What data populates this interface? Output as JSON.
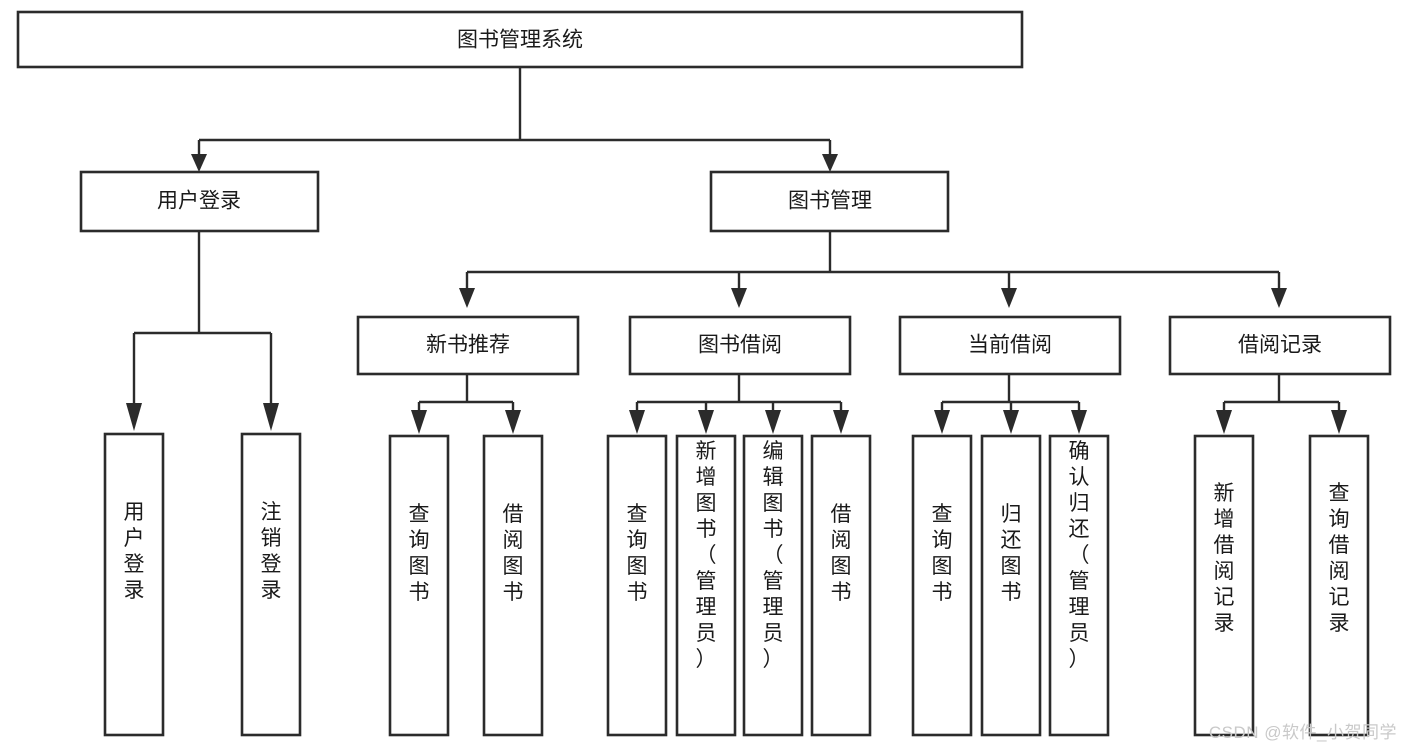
{
  "diagram": {
    "title": "图书管理系统",
    "type": "tree",
    "watermark": "CSDN @软件_小贺同学",
    "colors": {
      "box_stroke": "#2b2b2b",
      "box_fill": "#ffffff",
      "connector": "#2b2b2b",
      "text": "#1a1a1a",
      "watermark": "#c9c9c9",
      "background": "#ffffff"
    },
    "levels": {
      "root": {
        "label": "图书管理系统",
        "orientation": "horizontal"
      },
      "level2": [
        {
          "label": "用户登录",
          "orientation": "horizontal"
        },
        {
          "label": "图书管理",
          "orientation": "horizontal"
        }
      ],
      "level3": [
        {
          "label": "新书推荐",
          "orientation": "horizontal",
          "parent": "图书管理"
        },
        {
          "label": "图书借阅",
          "orientation": "horizontal",
          "parent": "图书管理"
        },
        {
          "label": "当前借阅",
          "orientation": "horizontal",
          "parent": "图书管理"
        },
        {
          "label": "借阅记录",
          "orientation": "horizontal",
          "parent": "图书管理"
        }
      ],
      "leaves": [
        {
          "label": "用户登录",
          "parent": "用户登录",
          "orientation": "vertical"
        },
        {
          "label": "注销登录",
          "parent": "用户登录",
          "orientation": "vertical"
        },
        {
          "label": "查询图书",
          "parent": "新书推荐",
          "orientation": "vertical"
        },
        {
          "label": "借阅图书",
          "parent": "新书推荐",
          "orientation": "vertical"
        },
        {
          "label": "查询图书",
          "parent": "图书借阅",
          "orientation": "vertical"
        },
        {
          "label": "新增图书（管理员）",
          "parent": "图书借阅",
          "orientation": "vertical"
        },
        {
          "label": "编辑图书（管理员）",
          "parent": "图书借阅",
          "orientation": "vertical"
        },
        {
          "label": "借阅图书",
          "parent": "图书借阅",
          "orientation": "vertical"
        },
        {
          "label": "查询图书",
          "parent": "当前借阅",
          "orientation": "vertical"
        },
        {
          "label": "归还图书",
          "parent": "当前借阅",
          "orientation": "vertical"
        },
        {
          "label": "确认归还（管理员）",
          "parent": "当前借阅",
          "orientation": "vertical"
        },
        {
          "label": "新增借阅记录",
          "parent": "借阅记录",
          "orientation": "vertical"
        },
        {
          "label": "查询借阅记录",
          "parent": "借阅记录",
          "orientation": "vertical"
        }
      ]
    }
  }
}
